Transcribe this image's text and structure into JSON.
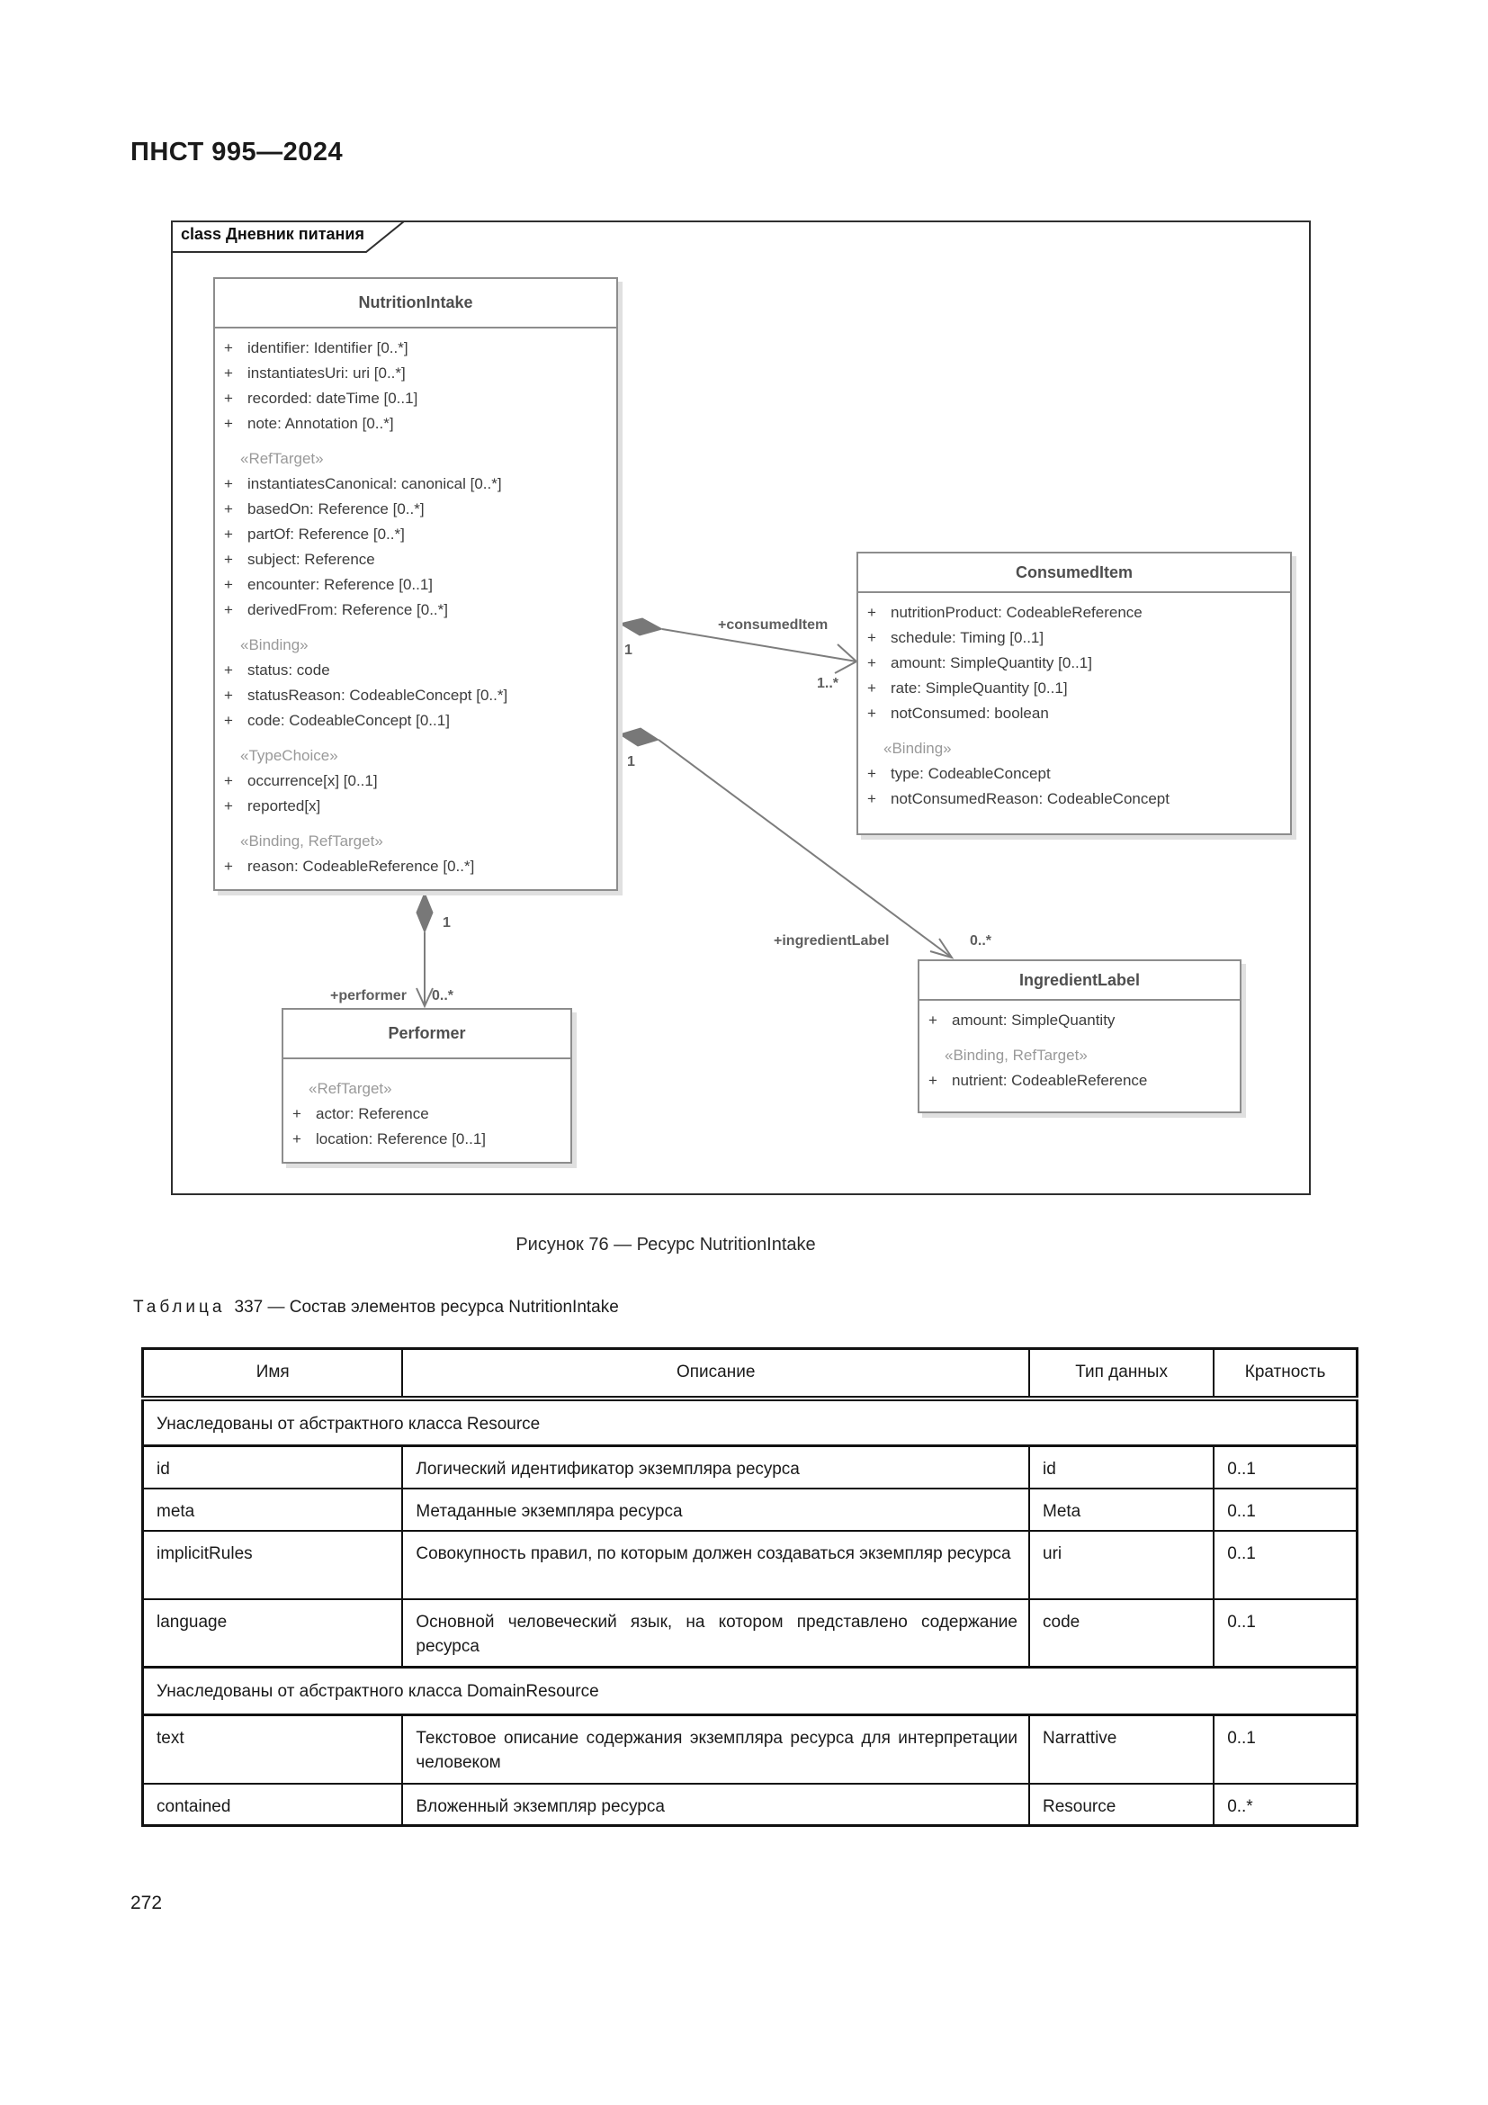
{
  "page": {
    "header": "ПНСТ 995—2024",
    "page_number": "272",
    "figure_caption": "Рисунок 76 — Ресурс NutritionIntake"
  },
  "diagram": {
    "frame_label": "class Дневник питания",
    "nutrition_intake": {
      "title": "NutritionIntake",
      "members": [
        {
          "p": "+",
          "t": "identifier: Identifier [0..*]"
        },
        {
          "p": "+",
          "t": "instantiatesUri: uri [0..*]"
        },
        {
          "p": "+",
          "t": "recorded: dateTime [0..1]"
        },
        {
          "p": "+",
          "t": "note: Annotation [0..*]"
        },
        {
          "t": "«RefTarget»"
        },
        {
          "p": "+",
          "t": "instantiatesCanonical: canonical [0..*]"
        },
        {
          "p": "+",
          "t": "basedOn: Reference [0..*]"
        },
        {
          "p": "+",
          "t": "partOf: Reference [0..*]"
        },
        {
          "p": "+",
          "t": "subject: Reference"
        },
        {
          "p": "+",
          "t": "encounter: Reference [0..1]"
        },
        {
          "p": "+",
          "t": "derivedFrom: Reference [0..*]"
        },
        {
          "t": "«Binding»"
        },
        {
          "p": "+",
          "t": "status: code"
        },
        {
          "p": "+",
          "t": "statusReason: CodeableConcept [0..*]"
        },
        {
          "p": "+",
          "t": "code: CodeableConcept [0..1]"
        },
        {
          "t": "«TypeChoice»"
        },
        {
          "p": "+",
          "t": "occurrence[x] [0..1]"
        },
        {
          "p": "+",
          "t": "reported[x]"
        },
        {
          "t": "«Binding, RefTarget»"
        },
        {
          "p": "+",
          "t": "reason: CodeableReference [0..*]"
        }
      ]
    },
    "consumed_item": {
      "title": "ConsumedItem",
      "members": [
        {
          "p": "+",
          "t": "nutritionProduct: CodeableReference"
        },
        {
          "p": "+",
          "t": "schedule: Timing [0..1]"
        },
        {
          "p": "+",
          "t": "amount: SimpleQuantity [0..1]"
        },
        {
          "p": "+",
          "t": "rate: SimpleQuantity [0..1]"
        },
        {
          "p": "+",
          "t": "notConsumed: boolean"
        },
        {
          "t": "«Binding»"
        },
        {
          "p": "+",
          "t": "type: CodeableConcept"
        },
        {
          "p": "+",
          "t": "notConsumedReason: CodeableConcept"
        }
      ]
    },
    "ingredient_label": {
      "title": "IngredientLabel",
      "members": [
        {
          "p": "+",
          "t": "amount: SimpleQuantity"
        },
        {
          "t": "«Binding, RefTarget»"
        },
        {
          "p": "+",
          "t": "nutrient: CodeableReference"
        }
      ]
    },
    "performer": {
      "title": "Performer",
      "members": [
        {
          "t": "«RefTarget»"
        },
        {
          "p": "+",
          "t": "actor: Reference"
        },
        {
          "p": "+",
          "t": "location: Reference [0..1]"
        }
      ]
    },
    "connectors": {
      "consumed_item": {
        "role": "+consumedItem",
        "source_mult": "1",
        "target_mult": "1..*"
      },
      "ingredient_label": {
        "role": "+ingredientLabel",
        "source_mult": "1",
        "target_mult": "0..*"
      },
      "performer": {
        "role": "+performer",
        "source_mult": "1",
        "target_mult": "0..*"
      }
    }
  },
  "table": {
    "title_word": "Таблица",
    "title_rest": "337 — Состав элементов ресурса NutritionIntake",
    "columns": [
      "Имя",
      "Описание",
      "Тип данных",
      "Кратность"
    ],
    "section_resource": "Унаследованы от абстрактного класса Resource",
    "section_domain": "Унаследованы от абстрактного класса DomainResource",
    "rows": [
      {
        "name": "id",
        "desc": "Логический идентификатор экземпляра ресурса",
        "type": "id",
        "card": "0..1"
      },
      {
        "name": "meta",
        "desc": "Метаданные экземпляра ресурса",
        "type": "Meta",
        "card": "0..1"
      },
      {
        "name": "implicitRules",
        "desc": "Совокупность правил, по которым должен создаваться экземпляр ресурса",
        "type": "uri",
        "card": "0..1"
      },
      {
        "name": "language",
        "desc": "Основной человеческий язык, на котором представлено содержание ресурса",
        "type": "code",
        "card": "0..1"
      },
      {
        "name": "text",
        "desc": "Текстовое описание содержания экземпляра ресурса для интерпретации человеком",
        "type": "Narrattive",
        "card": "0..1"
      },
      {
        "name": "contained",
        "desc": "Вложенный экземпляр ресурса",
        "type": "Resource",
        "card": "0..*"
      }
    ]
  }
}
